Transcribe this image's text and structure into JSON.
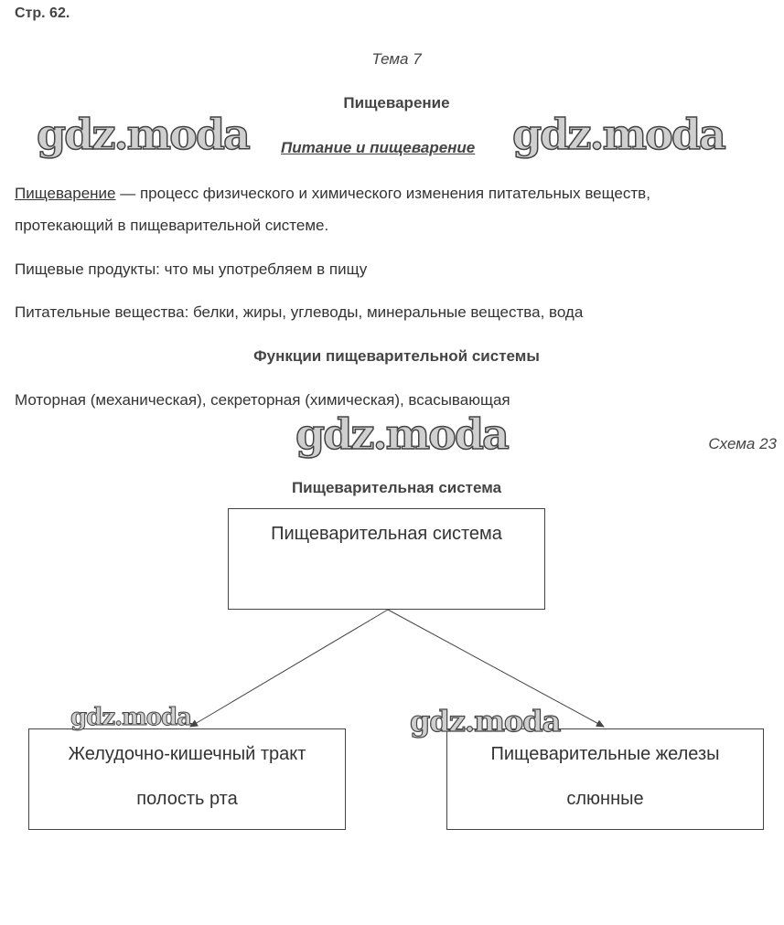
{
  "page_number": "Стр. 62.",
  "topic": "Тема 7",
  "section_title": "Пищеварение",
  "subsection_title": "Питание и пищеварение",
  "watermark": "gdz.moda",
  "definition": {
    "term": "Пищеварение",
    "line1_rest": " — процесс физического и химического изменения питательных веществ,",
    "line2": "протекающий в пищеварительной системе."
  },
  "food_products": "Пищевые продукты: что мы употребляем в пищу",
  "nutrients": "Питательные вещества: белки, жиры, углеводы, минеральные вещества, вода",
  "functions_title": "Функции пищеварительной системы",
  "functions_text": "Моторная (механическая), секреторная (химическая), всасывающая",
  "scheme_label": "Схема 23",
  "diagram_title": "Пищеварительная система",
  "diagram": {
    "root": {
      "label": "Пищеварительная система"
    },
    "children": [
      {
        "label": "Желудочно-кишечный тракт",
        "answer": "полость рта"
      },
      {
        "label": "Пищеварительные железы",
        "answer": "слюнные"
      }
    ]
  }
}
